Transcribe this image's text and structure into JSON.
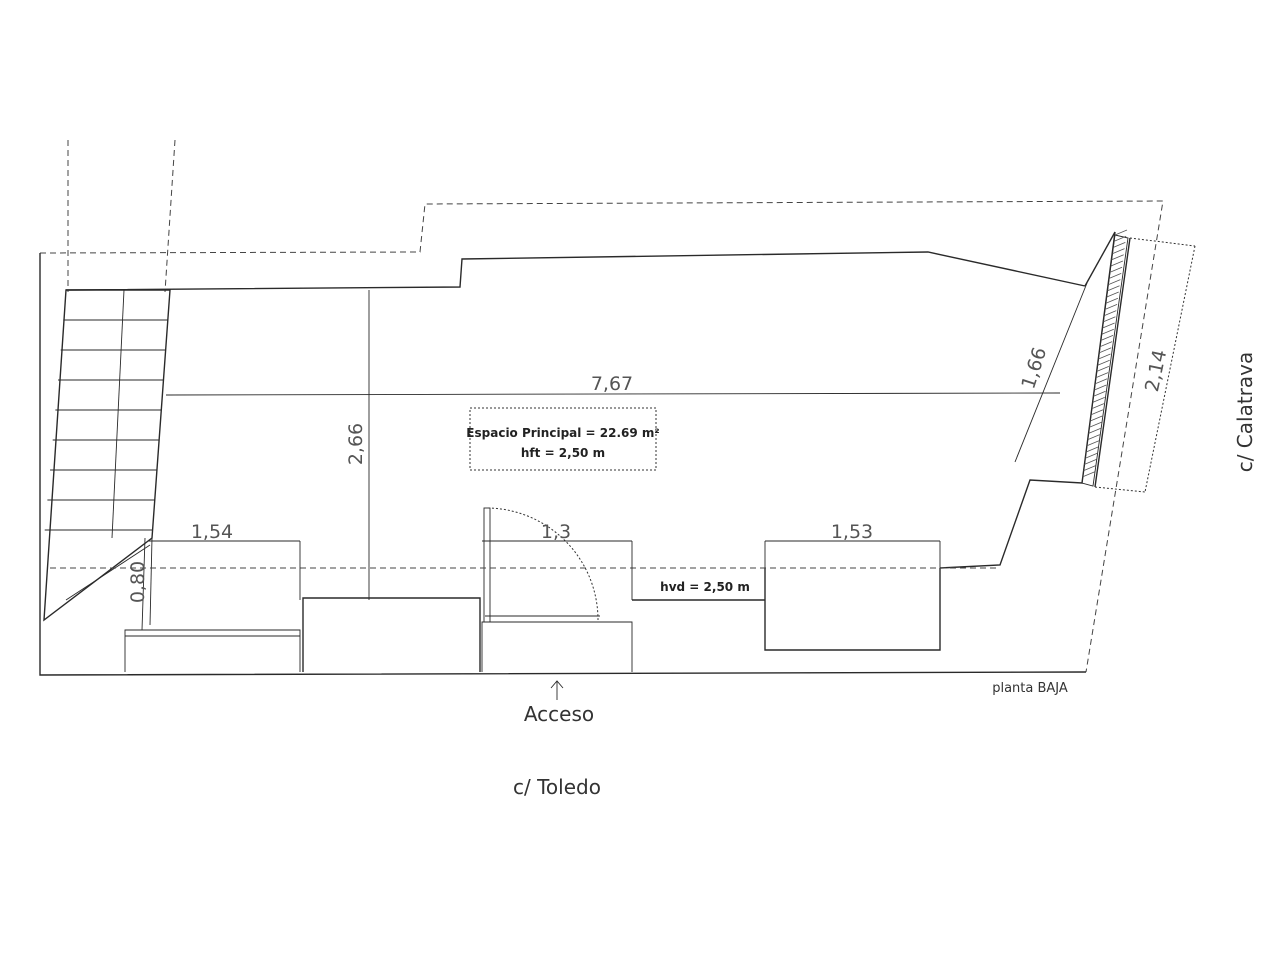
{
  "plan": {
    "floor_label": "planta BAJA",
    "access_label": "Acceso",
    "street_south": "c/ Toledo",
    "street_east": "c/ Calatrava",
    "room_name": "Espacio Principal = 22.69 m²",
    "room_height": "hft = 2,50 m",
    "lintel_height": "hvd = 2,50 m",
    "dimensions": {
      "length_main": "7,67",
      "height_main": "2,66",
      "window_left": "1,54",
      "door_width": "1,3",
      "window_right": "1,53",
      "stair_width": "0,80",
      "east_inner": "1,66",
      "east_outer": "2,14"
    }
  }
}
